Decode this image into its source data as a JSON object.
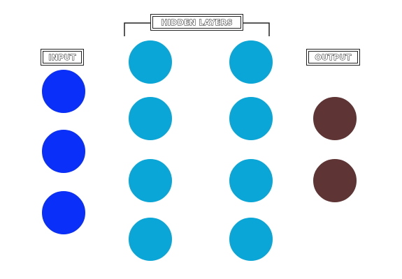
{
  "labels": {
    "input": "INPUT",
    "hidden": "HIDDEN LAYERS",
    "output": "OUTPUT"
  },
  "layers": [
    {
      "name": "input",
      "nodes": 3
    },
    {
      "name": "hidden-1",
      "nodes": 4
    },
    {
      "name": "hidden-2",
      "nodes": 4
    },
    {
      "name": "output",
      "nodes": 2
    }
  ],
  "colors": {
    "input_node": "#0a2ff8",
    "hidden_node": "#0aa6d8",
    "output_node": "#5e3434",
    "outline": "#222222"
  }
}
